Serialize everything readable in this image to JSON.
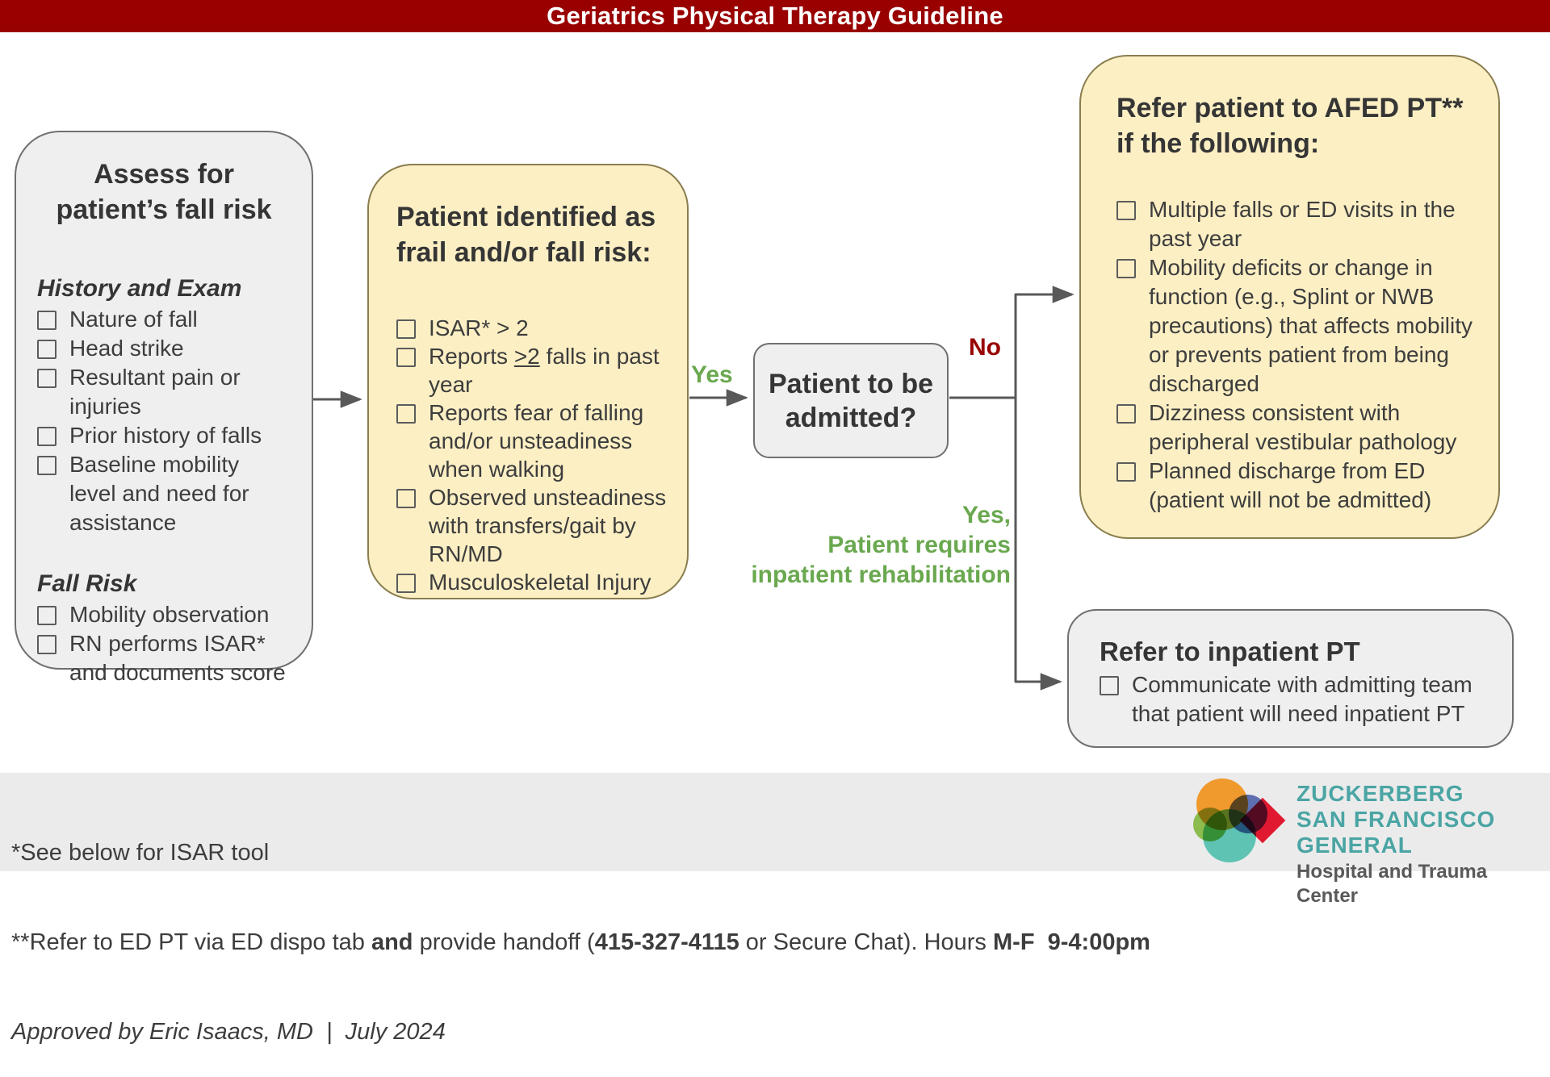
{
  "header": {
    "title": "Geriatrics Physical Therapy Guideline"
  },
  "boxes": {
    "assess": {
      "title": "Assess for patient’s fall risk",
      "sections": [
        {
          "heading": "History and Exam",
          "items": [
            "Nature of fall",
            "Head strike",
            "Resultant pain or injuries",
            "Prior history of falls",
            "Baseline mobility level and need for assistance"
          ]
        },
        {
          "heading": "Fall Risk",
          "items": [
            "Mobility observation",
            "RN performs ISAR* and documents score"
          ]
        }
      ]
    },
    "frail": {
      "title": "Patient identified as frail and/or fall risk:",
      "item1": "ISAR* > 2",
      "item2_pre": "Reports ",
      "item2_ul": ">2",
      "item2_post": " falls in past year",
      "item3": "Reports fear of falling and/or unsteadiness when walking",
      "item4": "Observed unsteadiness with transfers/gait by RN/MD",
      "item5": "Musculoskeletal Injury"
    },
    "admitted": {
      "title": "Patient to be admitted?"
    },
    "afed": {
      "title": "Refer patient to AFED PT** if the following:",
      "items": [
        "Multiple falls or ED visits in the past year",
        "Mobility deficits or change in function (e.g., Splint or NWB precautions) that affects mobility or prevents patient from being discharged",
        "Dizziness consistent with peripheral vestibular pathology",
        "Planned discharge from ED (patient will not be admitted)"
      ]
    },
    "inpatient": {
      "title": "Refer to inpatient PT",
      "items": [
        "Communicate with admitting team that patient will need inpatient PT"
      ]
    }
  },
  "labels": {
    "yes": "Yes",
    "no": "No",
    "rehab_line1": "Yes,",
    "rehab_line2": "Patient requires",
    "rehab_line3": "inpatient rehabilitation"
  },
  "footer": {
    "line1": "*See below for ISAR tool",
    "line2_1": "**Refer to ED PT via ED dispo tab ",
    "line2_bold1": "and",
    "line2_2": " provide handoff (",
    "line2_bold2": "415-327-4115",
    "line2_3": " or Secure Chat). Hours ",
    "line2_bold3": "M-F  9-4:00pm",
    "line3": "Approved by Eric Isaacs, MD  |  July 2024"
  },
  "logo": {
    "line1": "ZUCKERBERG",
    "line2": "SAN FRANCISCO GENERAL",
    "line3": "Hospital and Trauma Center"
  },
  "colors": {
    "header_bg": "#990000",
    "yellow_fill": "#FCEFC4",
    "yellow_border": "#8A7D4E",
    "gray_fill": "#EFEFEF",
    "gray_border": "#707070",
    "green": "#6AA84F",
    "dark_red": "#990000",
    "arrow": "#595959",
    "text": "#3D3D3D",
    "footer_bg": "#EBEBEB",
    "logo_teal": "#4AA5A4"
  }
}
